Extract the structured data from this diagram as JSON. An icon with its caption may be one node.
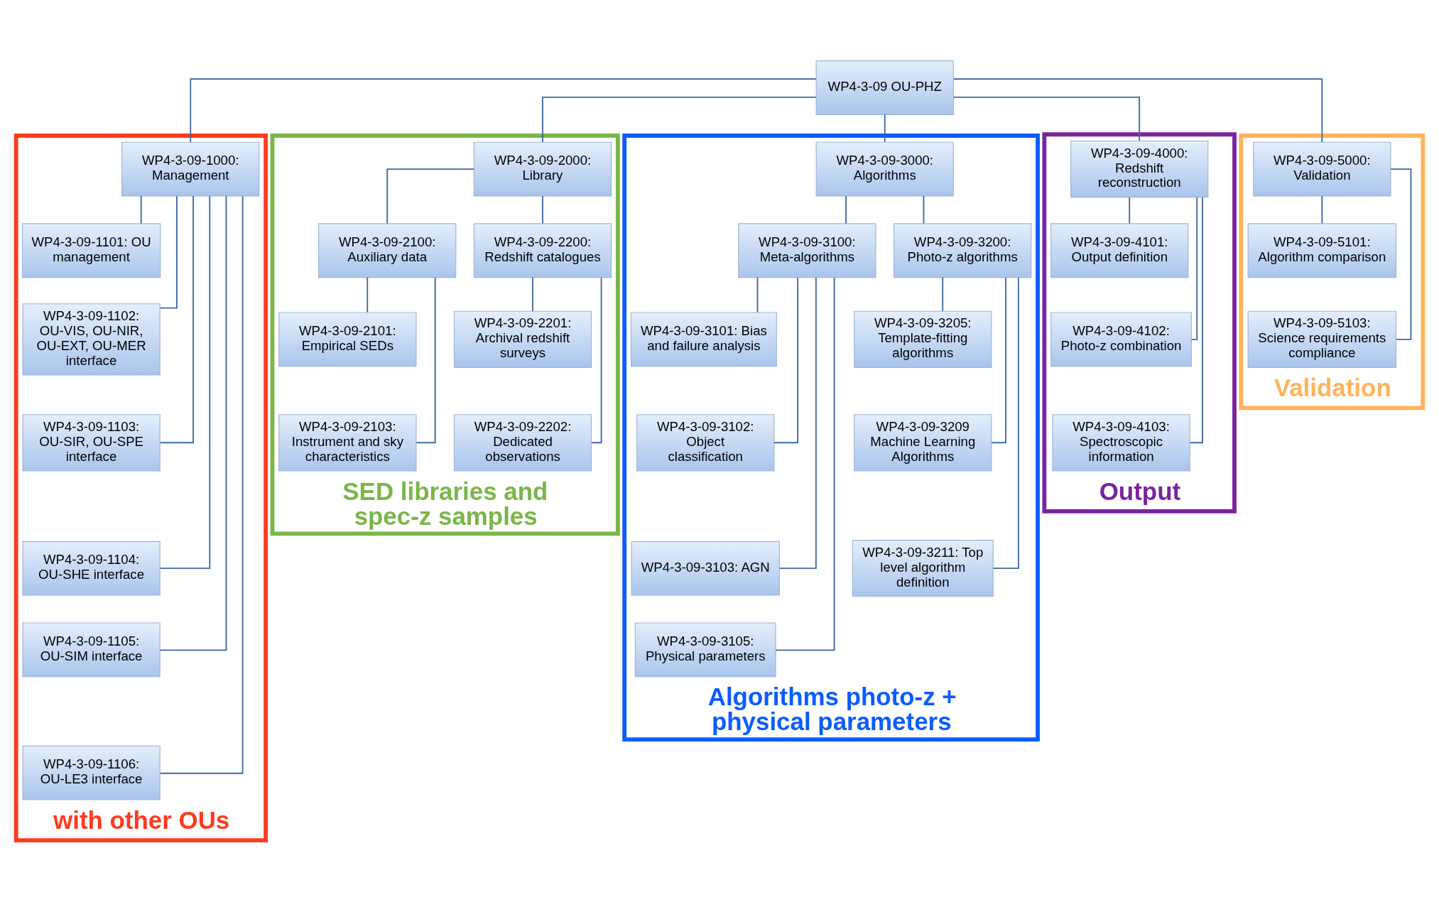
{
  "diagram": {
    "nodes": [
      {
        "text": [
          "WP4-3-09 OU-PHZ"
        ]
      },
      {
        "text": [
          "with other OUs"
        ]
      },
      {
        "text": [
          "WP4-3-09-1000: Management"
        ],
        "in": 1
      },
      {
        "text": [
          "WP4-3-09-1101: OU management"
        ],
        "in": 1
      },
      {
        "text": [
          "WP4-3-09-1102: OU-VIS, OU-NIR, OU-EXT, OU-MER interface"
        ],
        "in": 1
      },
      {
        "text": [
          "WP4-3-09-1103: OU-SIR, OU-SPE interface"
        ],
        "in": 1
      },
      {
        "text": [
          "WP4-3-09-1104: OU-SHE interface"
        ],
        "in": 1
      },
      {
        "text": [
          "WP4-3-09-1105: OU-SIM interface"
        ],
        "in": 1
      },
      {
        "text": [
          "WP4-3-09-1106: OU-LE3 interface"
        ],
        "in": 1
      },
      {
        "text": [
          "SED libraries and spec-z samples"
        ]
      },
      {
        "text": [
          "WP4-3-09-2000: Library"
        ],
        "in": 9
      },
      {
        "text": [
          "WP4-3-09-2100: Auxiliary data"
        ],
        "in": 9
      },
      {
        "text": [
          "WP4-3-09-2101: Empirical SEDs"
        ],
        "in": 9
      },
      {
        "text": [
          "WP4-3-09-2103: Instrument and sky characteristics"
        ],
        "in": 9
      },
      {
        "text": [
          "WP4-3-09-2200: Redshift catalogues"
        ],
        "in": 9
      },
      {
        "text": [
          "WP4-3-09-2201: Archival redshift surveys"
        ],
        "in": 9
      },
      {
        "text": [
          "WP4-3-09-2202: Dedicated observations"
        ],
        "in": 9
      },
      {
        "text": [
          "Algorithms photo-z + physical parameters"
        ]
      },
      {
        "text": [
          "WP4-3-09-3000: Algorithms"
        ],
        "in": 17
      },
      {
        "text": [
          "WP4-3-09-3100: Meta-algorithms"
        ],
        "in": 17
      },
      {
        "text": [
          "WP4-3-09-3101: Bias and failure analysis"
        ],
        "in": 17
      },
      {
        "text": [
          "WP4-3-09-3102: Object classification"
        ],
        "in": 17
      },
      {
        "text": [
          "WP4-3-09-3103: AGN"
        ],
        "in": 17
      },
      {
        "text": [
          "WP4-3-09-3105: Physical parameters"
        ],
        "in": 17
      },
      {
        "text": [
          "WP4-3-09-3200: Photo-z algorithms"
        ],
        "in": 17
      },
      {
        "text": [
          "WP4-3-09-3205: Template-fitting algorithms"
        ],
        "in": 17
      },
      {
        "text": [
          "WP4-3-09-3209 Machine Learning Algorithms"
        ],
        "in": 17
      },
      {
        "text": [
          "WP4-3-09-3211: Top level algorithm definition"
        ],
        "in": 17
      },
      {
        "text": [
          "Output"
        ]
      },
      {
        "text": [
          "WP4-3-09-4000: Redshift reconstruction"
        ],
        "in": 28
      },
      {
        "text": [
          "WP4-3-09-4101: Output definition"
        ],
        "in": 28
      },
      {
        "text": [
          "WP4-3-09-4102: Photo-z combination"
        ],
        "in": 28
      },
      {
        "text": [
          "WP4-3-09-4103: Spectroscopic information"
        ],
        "in": 28
      },
      {
        "text": [
          "Validation"
        ]
      },
      {
        "text": [
          "WP4-3-09-5000: Validation"
        ],
        "in": 33
      },
      {
        "text": [
          "WP4-3-09-5101: Algorithm comparison"
        ],
        "in": 33
      },
      {
        "text": [
          "WP4-3-09-5103: Science requirements compliance"
        ],
        "in": 33
      }
    ],
    "edges": [
      {
        "from": 0,
        "to": 2,
        "arrow": "none"
      },
      {
        "from": 0,
        "to": 10,
        "arrow": "none"
      },
      {
        "from": 0,
        "to": 18,
        "arrow": "none"
      },
      {
        "from": 0,
        "to": 29,
        "arrow": "none"
      },
      {
        "from": 0,
        "to": 34,
        "arrow": "none"
      },
      {
        "from": 2,
        "to": 3,
        "arrow": "none"
      },
      {
        "from": 2,
        "to": 4,
        "arrow": "none"
      },
      {
        "from": 2,
        "to": 5,
        "arrow": "none"
      },
      {
        "from": 2,
        "to": 6,
        "arrow": "none"
      },
      {
        "from": 2,
        "to": 7,
        "arrow": "none"
      },
      {
        "from": 2,
        "to": 8,
        "arrow": "none"
      },
      {
        "from": 10,
        "to": 11,
        "arrow": "none"
      },
      {
        "from": 10,
        "to": 14,
        "arrow": "none"
      },
      {
        "from": 11,
        "to": 12,
        "arrow": "none"
      },
      {
        "from": 11,
        "to": 13,
        "arrow": "none"
      },
      {
        "from": 14,
        "to": 15,
        "arrow": "none"
      },
      {
        "from": 14,
        "to": 16,
        "arrow": "none"
      },
      {
        "from": 18,
        "to": 19,
        "arrow": "none"
      },
      {
        "from": 18,
        "to": 24,
        "arrow": "none"
      },
      {
        "from": 19,
        "to": 20,
        "arrow": "none"
      },
      {
        "from": 19,
        "to": 21,
        "arrow": "none"
      },
      {
        "from": 19,
        "to": 22,
        "arrow": "none"
      },
      {
        "from": 19,
        "to": 23,
        "arrow": "none"
      },
      {
        "from": 24,
        "to": 25,
        "arrow": "none"
      },
      {
        "from": 24,
        "to": 26,
        "arrow": "none"
      },
      {
        "from": 24,
        "to": 27,
        "arrow": "none"
      },
      {
        "from": 29,
        "to": 30,
        "arrow": "none"
      },
      {
        "from": 29,
        "to": 31,
        "arrow": "none"
      },
      {
        "from": 29,
        "to": 32,
        "arrow": "none"
      },
      {
        "from": 34,
        "to": 35,
        "arrow": "none"
      },
      {
        "from": 34,
        "to": 36,
        "arrow": "none"
      }
    ]
  }
}
